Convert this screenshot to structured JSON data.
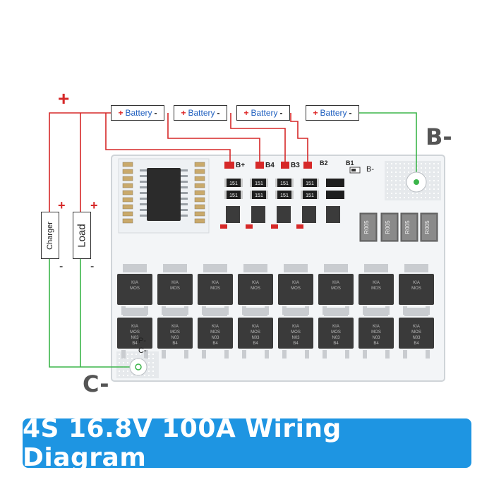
{
  "diagram": {
    "batteries": [
      {
        "plus": "+",
        "label": "Battery",
        "minus": "-"
      },
      {
        "plus": "+",
        "label": "Battery",
        "minus": "-"
      },
      {
        "plus": "+",
        "label": "Battery",
        "minus": "-"
      },
      {
        "plus": "+",
        "label": "Battery",
        "minus": "-"
      }
    ],
    "charger": {
      "label": "Charger",
      "plus": "+",
      "minus": "-"
    },
    "load": {
      "label": "Load",
      "plus": "+",
      "minus": "-"
    },
    "main_plus": "+",
    "terminal_b_minus": "B-",
    "terminal_c_minus": "C-",
    "board_pads": {
      "b_plus": "B+",
      "b4": "B4",
      "b3": "B3",
      "b2": "B2",
      "b1": "B1",
      "b_minus": "B-",
      "p_minus": "P-",
      "c_minus": "C-"
    },
    "resistor_marks": [
      "151",
      "151",
      "151",
      "151",
      "151",
      "151",
      "151",
      "151"
    ],
    "shunt_marks": [
      "R005",
      "R005",
      "R005",
      "R005"
    ],
    "mosfet_top_text": [
      "KIA",
      "MOS"
    ],
    "mosfet_bottom_text": [
      "KIA",
      "MOS",
      "N03",
      "B4"
    ],
    "colors": {
      "wire_red": "#d62828",
      "wire_green": "#3bb54a",
      "banner_blue": "#1e95e2",
      "label_blue": "#1f5fbf",
      "board": "#f4f6f8",
      "chip": "#2b2b2b"
    }
  },
  "banner": {
    "title": "4S 16.8V 100A Wiring Diagram"
  }
}
